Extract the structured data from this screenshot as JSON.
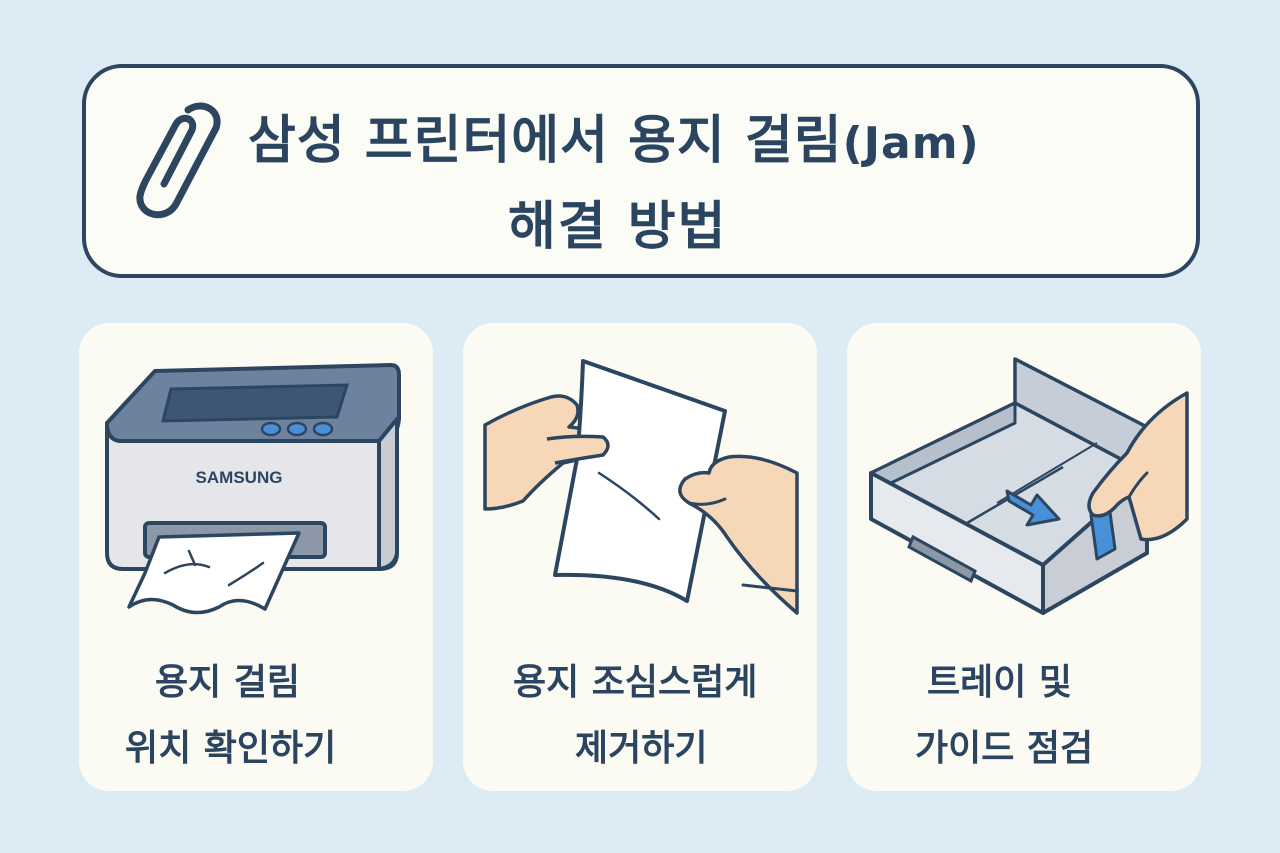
{
  "title": {
    "line1_main": "삼성 프린터에서 용지 걸림",
    "line1_suffix": "(Jam)",
    "line2": "해결 방법"
  },
  "icons": {
    "title": "paperclip-icon",
    "card1": "printer-paper-jam-icon",
    "card2": "hands-holding-paper-icon",
    "card3": "paper-tray-guide-icon"
  },
  "cards": [
    {
      "line1": "용지 걸림",
      "line2": "위치 확인하기",
      "printer_brand": "SAMSUNG"
    },
    {
      "line1": "용지 조심스럽게",
      "line2": "제거하기"
    },
    {
      "line1": "트레이 및",
      "line2": "가이드 점검"
    }
  ],
  "colors": {
    "background": "#dcebf4",
    "panel": "#fbfbf4",
    "ink": "#2b4560",
    "accent_blue": "#4a90d9",
    "skin": "#f6d7b8"
  }
}
